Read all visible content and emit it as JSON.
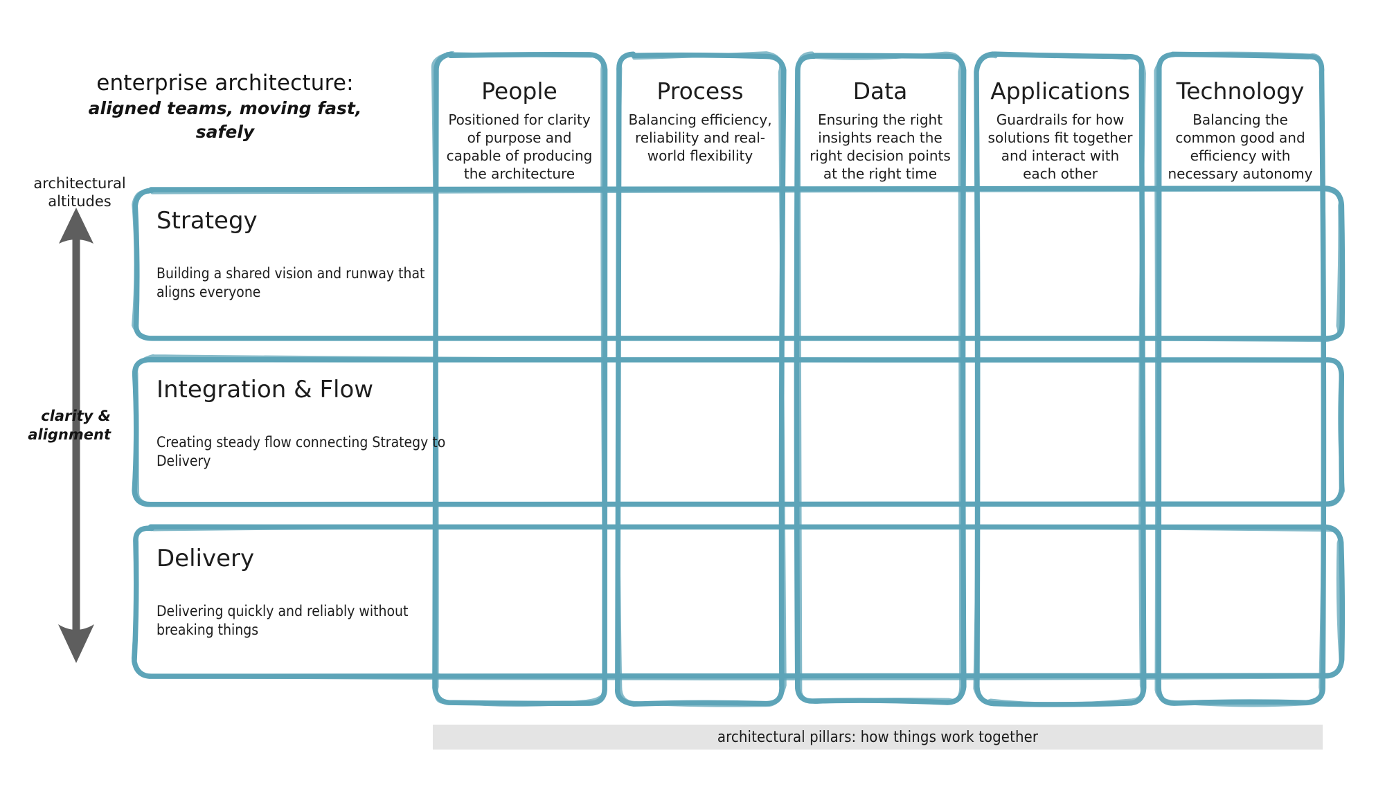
{
  "title": {
    "main": "enterprise architecture:",
    "subtitle": "aligned teams, moving fast, safely"
  },
  "axis": {
    "top_label": "architectural altitudes",
    "mid_label": "clarity & alignment",
    "arrow_name": "double-headed-vertical-arrow"
  },
  "colors": {
    "accent_teal": "#5da4b8",
    "arrow_gray": "#5e5e5e",
    "bar_gray": "#e4e4e4",
    "text": "#1d1d1d"
  },
  "columns": [
    {
      "title": "People",
      "desc": "Positioned for clarity of purpose and capable of producing the architecture"
    },
    {
      "title": "Process",
      "desc": "Balancing efficiency, reliability and real-world flexibility"
    },
    {
      "title": "Data",
      "desc": "Ensuring the right insights reach the right decision points at the right time"
    },
    {
      "title": "Applications",
      "desc": "Guardrails for how solutions fit together and interact with each other"
    },
    {
      "title": "Technology",
      "desc": "Balancing the common good and efficiency with necessary autonomy"
    }
  ],
  "rows": [
    {
      "title": "Strategy",
      "desc": "Building a shared vision and runway that aligns everyone"
    },
    {
      "title": "Integration & Flow",
      "desc": "Creating steady flow connecting Strategy to Delivery"
    },
    {
      "title": "Delivery",
      "desc": "Delivering quickly and reliably without breaking things"
    }
  ],
  "footer": {
    "caption": "architectural pillars: how things work together"
  }
}
